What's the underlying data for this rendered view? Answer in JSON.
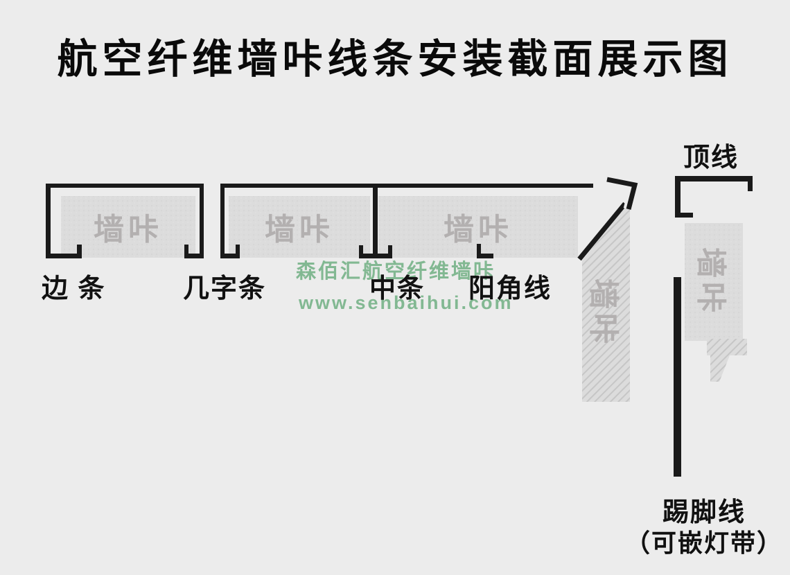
{
  "title": "航空纤维墙咔线条安装截面展示图",
  "panel_label": "墙咔",
  "labels": {
    "edge_strip": "边 条",
    "ji_strip": "几字条",
    "middle_strip": "中条",
    "outer_corner": "阳角线",
    "top_line": "顶线",
    "skirting": "踢脚线",
    "skirting_note": "（可嵌灯带）"
  },
  "watermark": {
    "brand": "森佰汇航空纤维墙咔",
    "url": "www.senbaihui.com"
  },
  "colors": {
    "background": "#ececec",
    "ink": "#1a1a1a",
    "panel": "#dcdcdc",
    "hatch_line": "#c6c6c6",
    "panel_text": "#b3b0b0",
    "watermark": "#7db68e"
  }
}
